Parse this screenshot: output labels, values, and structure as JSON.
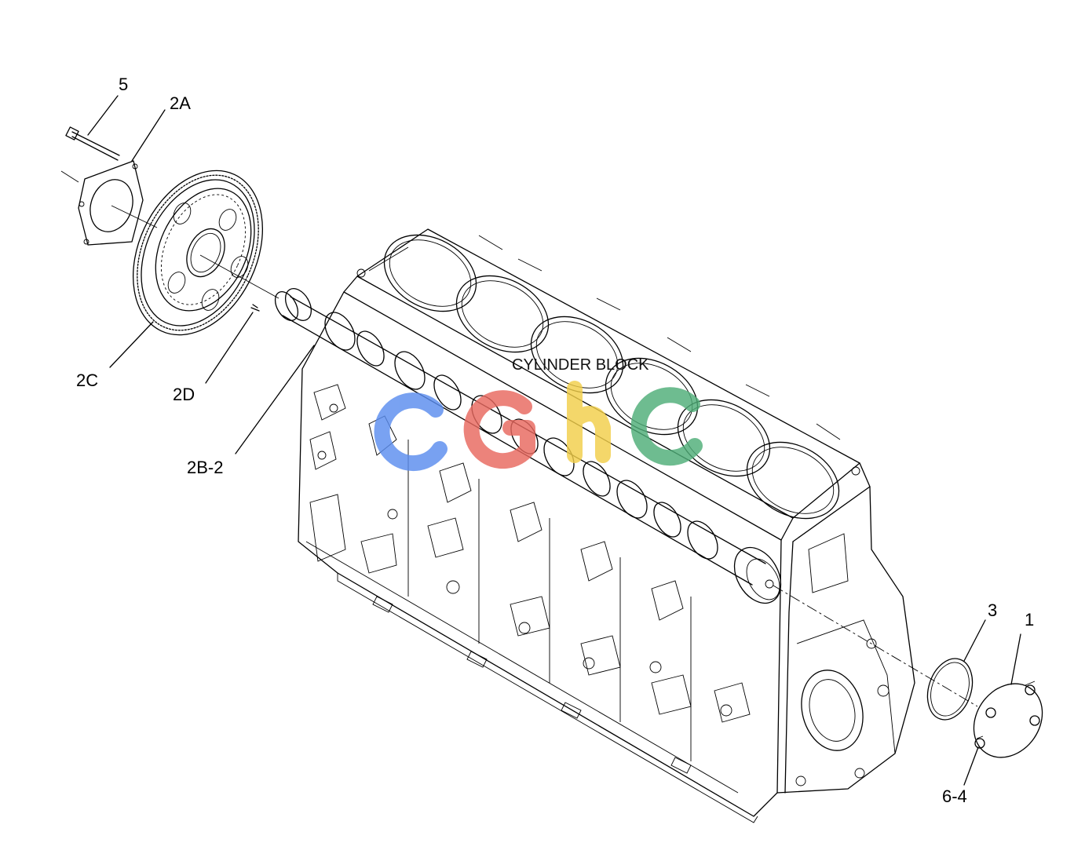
{
  "diagram": {
    "title": "CYLINDER BLOCK",
    "labels": {
      "l5": "5",
      "l2A": "2A",
      "l2C": "2C",
      "l2D": "2D",
      "l2B2": "2B-2",
      "l3": "3",
      "l1": "1",
      "l64": "6-4"
    }
  },
  "watermark": {
    "text": "cghc",
    "colors": {
      "c1": "#5b8def",
      "g": "#e8685f",
      "h": "#f2cf4a",
      "c2": "#4fae78"
    }
  }
}
